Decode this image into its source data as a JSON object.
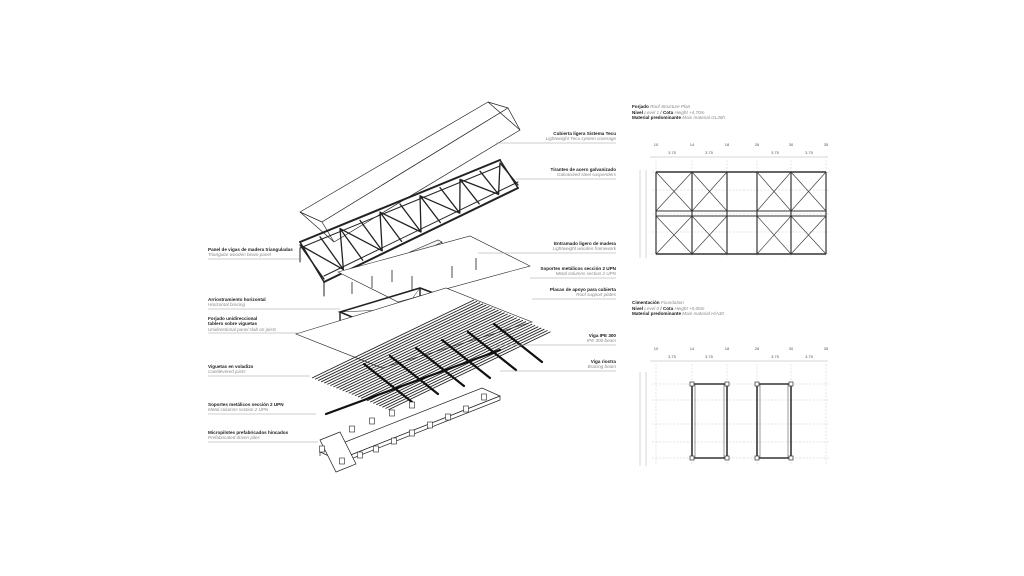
{
  "axonometric_labels": {
    "left": [
      {
        "es": "Panel de vigas de madera trianguladas",
        "en": "Triangular wooden beam panel"
      },
      {
        "es": "Arriostramiento horizontal",
        "en": "Horizontal bracing"
      },
      {
        "es": "Forjado unidireccional",
        "es2": "tablero sobre viguetas",
        "en": "Unidirectional panel slab on joists"
      },
      {
        "es": "Viguetas en voladizo",
        "en": "Cantilevered joists"
      },
      {
        "es": "Soportes metálicos sección 2 UPN",
        "en": "Metal columns section 2 UPN"
      },
      {
        "es": "Micropilotes prefabricados hincados",
        "en": "Prefabricated driven piles"
      }
    ],
    "right": [
      {
        "es": "Cubierta ligera Sistema Tecu",
        "en": "Lightweight Tecu system coverage"
      },
      {
        "es": "Tirantes de acero galvanizado",
        "en": "Galvanized steel suspenders"
      },
      {
        "es": "Entramado ligero de madera",
        "en": "Lightweight wooden framework"
      },
      {
        "es": "Soportes metálicos sección 2 UPN",
        "en": "Metal columns section 2 UPN"
      },
      {
        "es": "Placas de apoyo para cubierta",
        "en": "Roof support plates"
      },
      {
        "es": "Viga IPE 300",
        "en": "IPE 300 beam"
      },
      {
        "es": "Viga riostra",
        "en": "Bracing beam"
      }
    ]
  },
  "plans": [
    {
      "title_es": "Forjado",
      "title_en": "Roof Structure Plan",
      "level_es": "Nivel",
      "level_en": "Level 1",
      "cota_es": "Cota",
      "cota_en": "Height +4,70m",
      "material_es": "Material predominante",
      "material_en": "Main material GL36h",
      "axes": [
        "10",
        "14",
        "18",
        "26",
        "30",
        "35"
      ],
      "dims": [
        "3.75",
        "3.75",
        "3.75",
        "3.75"
      ]
    },
    {
      "title_es": "Cimentación",
      "title_en": "Foundation",
      "level_es": "Nivel",
      "level_en": "Level 0",
      "cota_es": "Cota",
      "cota_en": "Height +0,00m",
      "material_es": "Material predominante",
      "material_en": "Main material H/A30",
      "axes": [
        "10",
        "14",
        "18",
        "26",
        "30",
        "35"
      ],
      "dims": [
        "3.75",
        "3.75",
        "3.75",
        "3.75"
      ]
    }
  ]
}
